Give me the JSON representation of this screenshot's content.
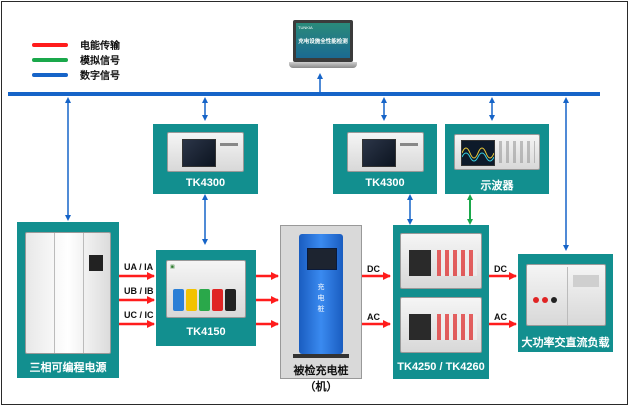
{
  "legend": [
    {
      "label": "电能传输",
      "color": "#ff1c1c"
    },
    {
      "label": "模拟信号",
      "color": "#1aa84b"
    },
    {
      "label": "数字信号",
      "color": "#1664c8"
    }
  ],
  "laptop": {
    "screen_text": "充电设施全性能检测",
    "brand": "TUNKIA"
  },
  "colors": {
    "teal": "#128f8f",
    "bus": "#1664c8",
    "power": "#ff1c1c",
    "analog": "#1aa84b"
  },
  "nodes": {
    "power_source": {
      "label": "三相可编程电源"
    },
    "tk4150": {
      "label": "TK4150"
    },
    "tk4300_left": {
      "label": "TK4300"
    },
    "tk4300_right": {
      "label": "TK4300"
    },
    "oscilloscope": {
      "label": "示波器"
    },
    "charger": {
      "label": "被检充电桩（机）",
      "body_text": "充电桩"
    },
    "tk4250": {
      "label": "TK4250 / TK4260"
    },
    "load": {
      "label": "大功率交直流负载"
    }
  },
  "signals": {
    "ua": "UA / IA",
    "ub": "UB / IB",
    "uc": "UC / IC",
    "dc_in": "DC",
    "ac_in": "AC",
    "dc_out": "DC",
    "ac_out": "AC"
  }
}
